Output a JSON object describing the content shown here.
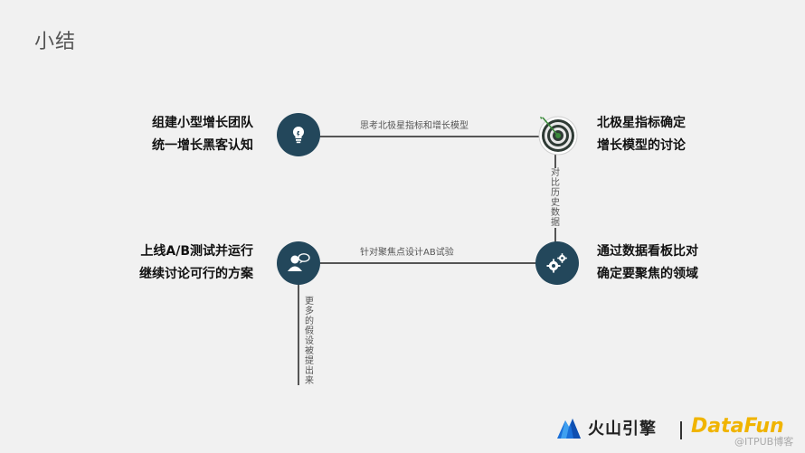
{
  "slide": {
    "title": "小结"
  },
  "diagram": {
    "steps": [
      {
        "lines": [
          "组建小型增长团队",
          "统一增长黑客认知"
        ],
        "icon": "lightbulb-icon"
      },
      {
        "lines": [
          "北极星指标确定",
          "增长模型的讨论"
        ],
        "icon": "target-icon"
      },
      {
        "lines": [
          "通过数据看板比对",
          "确定要聚焦的领域"
        ],
        "icon": "gears-icon"
      },
      {
        "lines": [
          "上线A/B测试并运行",
          "继续讨论可行的方案"
        ],
        "icon": "person-chat-icon"
      }
    ],
    "edges": {
      "step1_to_step2": "思考北极星指标和增长模型",
      "step2_to_step3": "对比历史数据",
      "step3_to_step4": "针对聚焦点设计AB试验",
      "step4_down": "更多的假设被提出来"
    },
    "colors": {
      "node": "#23475b",
      "line": "#555555",
      "target_green": "#3a8a3a"
    }
  },
  "footer": {
    "logo1_text": "火山引擎",
    "logo2_text": "DataFun",
    "watermark": "@ITPUB博客"
  }
}
